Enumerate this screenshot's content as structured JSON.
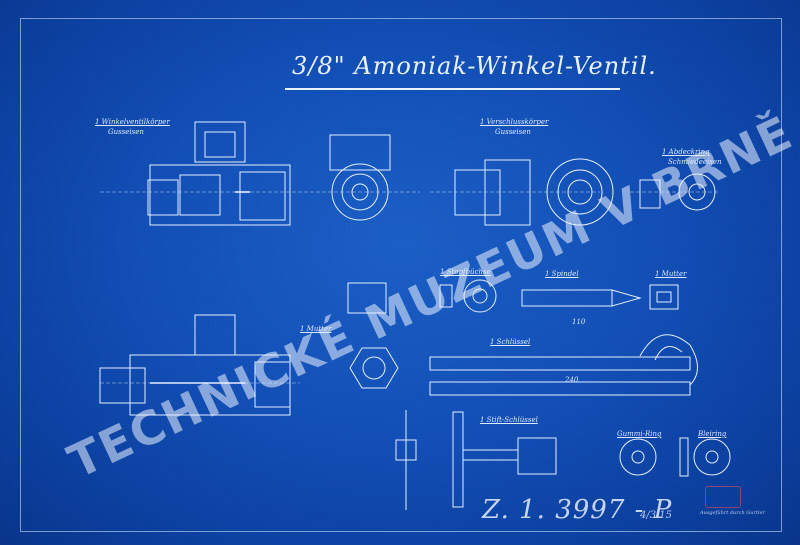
{
  "title": "3/8\" Amoniak-Winkel-Ventil.",
  "labels": {
    "valve_body": "1 Winkelventilkörper",
    "valve_body_sub": "Gusseisen",
    "pipe_flange": "1 Verschlusskörper",
    "pipe_flange_sub": "Gusseisen",
    "seal_ring": "1 Abdeckring",
    "seal_ring_sub": "Schmiedeeisen",
    "gland": "1 Stopfbüchse",
    "nut": "1 Mutter",
    "spindle": "1 Spindel",
    "hex_nut": "1 Mutter",
    "lever": "1 Schlüssel",
    "handle": "1 Stift-Schlüssel",
    "ring_left": "Gummi-Ring",
    "ring_right": "Bleiring",
    "dim_240": "240",
    "dim_110": "110"
  },
  "signature": "Z. 1. 3997 - P",
  "signature_date": "4/3 15",
  "watermark": "TECHNICKÉ MUZEUM V BRNĚ",
  "stamp_note": "Ausgeführt durch Gurtler"
}
